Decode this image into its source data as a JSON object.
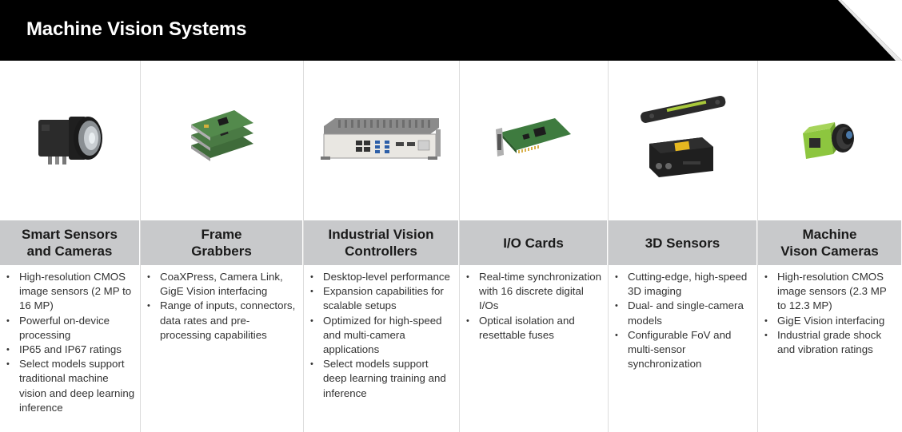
{
  "banner": {
    "title": "Machine Vision Systems"
  },
  "colors": {
    "banner": "#000000",
    "header_band": "#c8c9cb",
    "accent_green": "#8dc63f"
  },
  "columns": [
    {
      "heading": "Smart Sensors\nand Cameras",
      "image": "smart-camera-icon",
      "bullets": [
        "High-resolution CMOS image sensors (2 MP to 16 MP)",
        "Powerful on-device processing",
        "IP65 and IP67 ratings",
        "Select models support traditional machine vision and deep learning inference"
      ]
    },
    {
      "heading": "Frame\nGrabbers",
      "image": "frame-grabber-icon",
      "bullets": [
        "CoaXPress, Camera Link, GigE Vision interfacing",
        "Range of inputs, connectors, data rates and pre-processing capabilities"
      ]
    },
    {
      "heading": "Industrial Vision\nControllers",
      "image": "vision-controller-icon",
      "bullets": [
        "Desktop-level performance",
        "Expansion capabilities for scalable setups",
        "Optimized for high-speed and multi-camera applications",
        "Select models support deep learning training and inference"
      ]
    },
    {
      "heading": "I/O Cards",
      "image": "io-card-icon",
      "bullets": [
        "Real-time synchronization with 16 discrete digital I/Os",
        "Optical isolation and resettable fuses"
      ]
    },
    {
      "heading": "3D Sensors",
      "image": "3d-sensor-icon",
      "bullets": [
        "Cutting-edge, high-speed 3D imaging",
        "Dual- and single-camera models",
        "Configurable FoV and multi-sensor synchronization"
      ]
    },
    {
      "heading": "Machine\nVison Cameras",
      "image": "machine-vision-camera-icon",
      "bullets": [
        "High-resolution CMOS image sensors (2.3 MP to 12.3 MP)",
        "GigE Vision interfacing",
        "Industrial grade shock and vibration ratings"
      ]
    }
  ]
}
